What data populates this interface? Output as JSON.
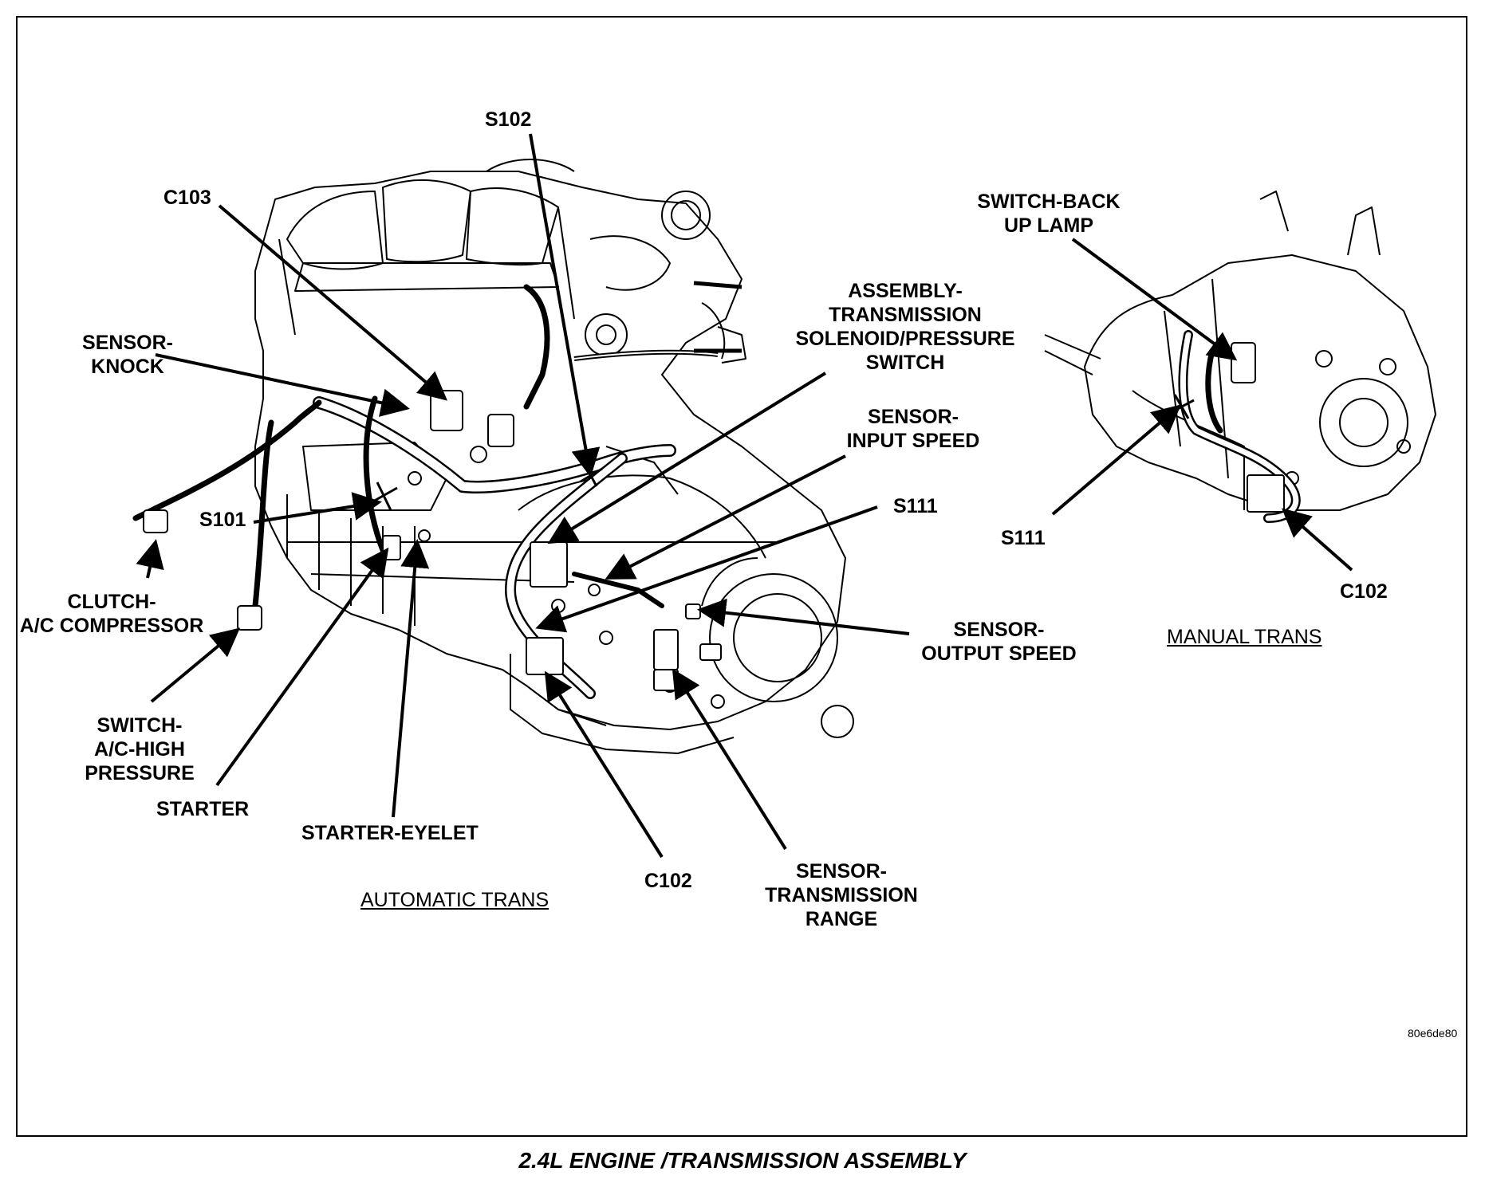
{
  "caption": "2.4L ENGINE /TRANSMISSION ASSEMBLY",
  "image_code": "80e6de80",
  "sections": {
    "automatic": "AUTOMATIC TRANS",
    "manual": "MANUAL TRANS"
  },
  "labels": {
    "s102": "S102",
    "c103": "C103",
    "sensor_knock": [
      "SENSOR-",
      "KNOCK"
    ],
    "s101": "S101",
    "clutch_ac": [
      "CLUTCH-",
      "A/C COMPRESSOR"
    ],
    "switch_ac": [
      "SWITCH-",
      "A/C-HIGH",
      "PRESSURE"
    ],
    "starter": "STARTER",
    "starter_eyelet": "STARTER-EYELET",
    "c102_auto": "C102",
    "sensor_range": [
      "SENSOR-",
      "TRANSMISSION",
      "RANGE"
    ],
    "sensor_output": [
      "SENSOR-",
      "OUTPUT SPEED"
    ],
    "s111_auto": "S111",
    "sensor_input": [
      "SENSOR-",
      "INPUT SPEED"
    ],
    "solenoid": [
      "ASSEMBLY-",
      "TRANSMISSION",
      "SOLENOID/PRESSURE",
      "SWITCH"
    ],
    "backup_lamp": [
      "SWITCH-BACK",
      "UP LAMP"
    ],
    "s111_manual": "S111",
    "c102_manual": "C102"
  }
}
